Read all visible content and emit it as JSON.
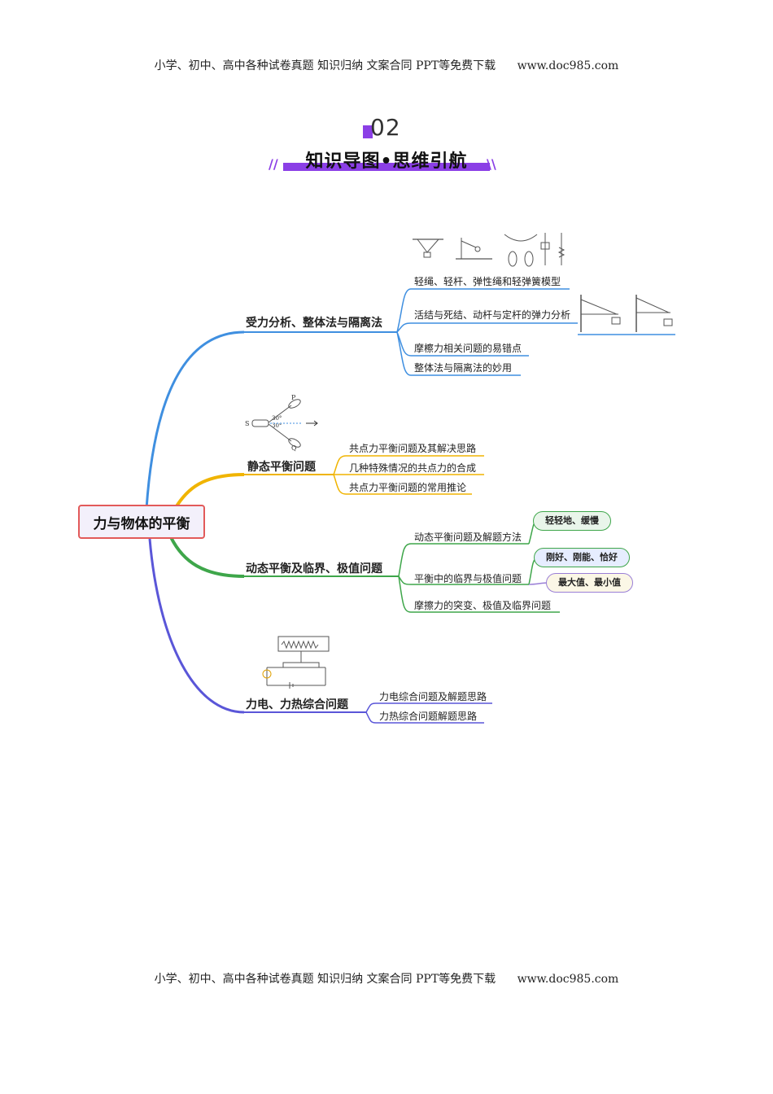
{
  "header": {
    "text": "小学、初中、高中各种试卷真题  知识归纳  文案合同  PPT等免费下载",
    "url": "www.doc985.com"
  },
  "footer": {
    "text": "小学、初中、高中各种试卷真题  知识归纳  文案合同  PPT等免费下载",
    "url": "www.doc985.com"
  },
  "section": {
    "number": "02",
    "title": "知识导图•思维引航"
  },
  "mindmap": {
    "root": "力与物体的平衡",
    "colors": {
      "branch1": "#3f8fe0",
      "branch2": "#f0b400",
      "branch3": "#3ea64a",
      "branch4": "#5a56d8",
      "root_border": "#e25a5a",
      "accent": "#8b3fe6"
    },
    "branches": [
      {
        "label": "受力分析、整体法与隔离法",
        "items": [
          "轻绳、轻杆、弹性绳和轻弹簧模型",
          "活结与死结、动杆与定杆的弹力分析",
          "摩檫力相关问题的易错点",
          "整体法与隔离法的妙用"
        ]
      },
      {
        "label": "静态平衡问题",
        "items": [
          "共点力平衡问题及其解决思路",
          "几种特殊情况的共点力的合成",
          "共点力平衡问题的常用推论"
        ]
      },
      {
        "label": "动态平衡及临界、极值问题",
        "items": [
          "动态平衡问题及解题方法",
          "平衡中的临界与极值问题",
          "摩擦力的突变、极值及临界问题"
        ],
        "tags": [
          "轻轻地、缓慢",
          "刚好、刚能、恰好",
          "最大值、最小值"
        ]
      },
      {
        "label": "力电、力热综合问题",
        "items": [
          "力电综合问题及解题思路",
          "力热综合问题解题思路"
        ]
      }
    ],
    "illustrations": {
      "boat_labels": [
        "P",
        "S",
        "Q",
        "30°",
        "30°"
      ]
    }
  }
}
